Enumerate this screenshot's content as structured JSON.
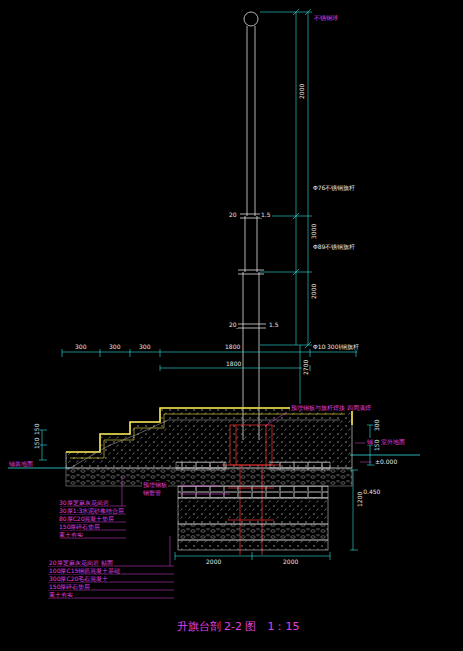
{
  "diagram": {
    "caption": "升旗台剖 2-2 图　1：15",
    "labels": [
      "不锈钢球",
      "2000",
      "Φ76不锈钢旗杆",
      "3000",
      "Φ89不锈钢旗杆",
      "2000",
      "Φ108不锈钢旗杆",
      "20",
      "1.5",
      "20",
      "1.5",
      "300",
      "300",
      "300",
      "1800",
      "300",
      "1800",
      "2700",
      "预埋钢板与旗杆焊接 四周满焊",
      "150",
      "150",
      "铺装地面",
      "铺装 室外地面",
      "±0.000",
      "300",
      "150",
      "预埋钢板",
      "钢套管",
      "-0.450",
      "1200",
      "30厚芝麻灰花岗岩",
      "30厚1:3水泥砂浆结合层",
      "80厚C20混凝土垫层",
      "150厚碎石垫层",
      "素土夯实",
      "20厚芝麻灰花岗岩 贴面",
      "100厚C15钢筋混凝土基础",
      "300厚C20毛石混凝土",
      "150厚碎石垫层",
      "素土夯实",
      "2000",
      "2000"
    ]
  }
}
